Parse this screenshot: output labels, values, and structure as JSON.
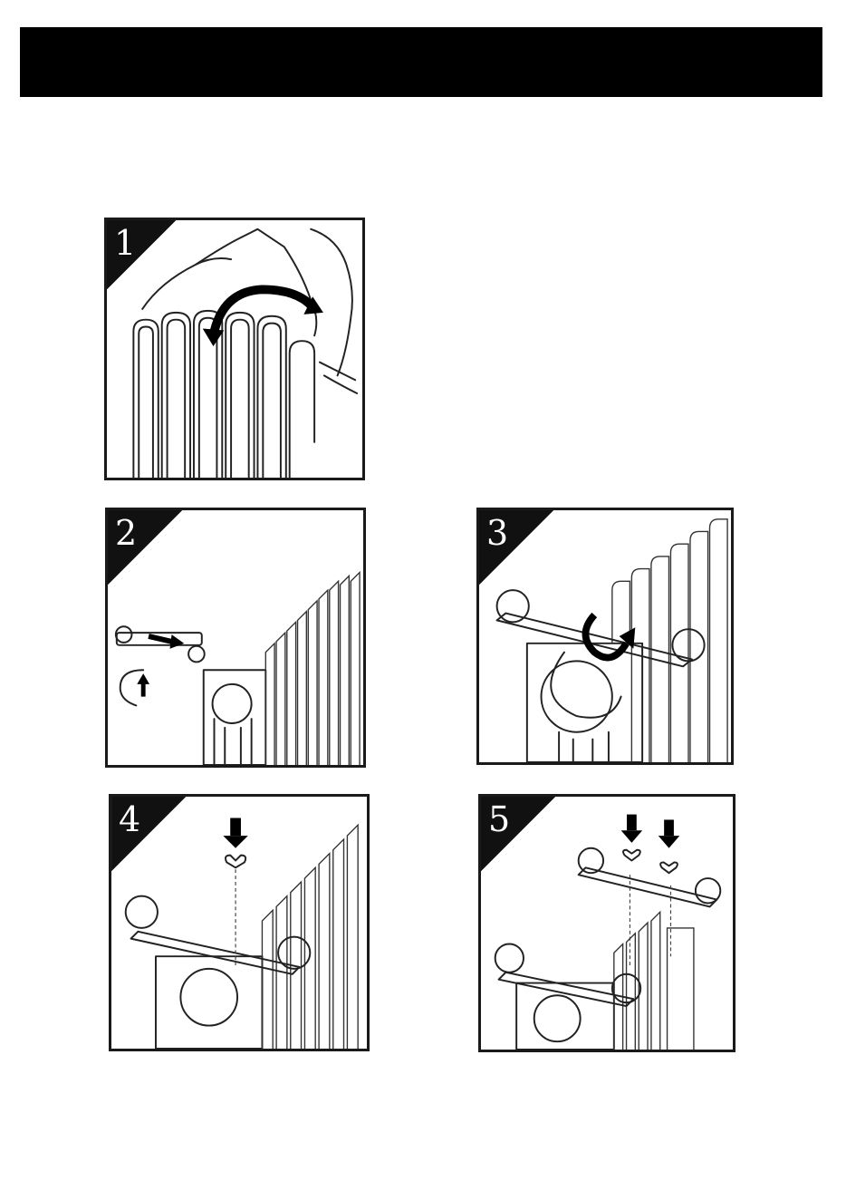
{
  "steps": [
    {
      "label": "1",
      "figure": "fin-icon"
    },
    {
      "label": "2",
      "figure": "bracket-icon"
    },
    {
      "label": "3",
      "figure": "rotate-icon"
    },
    {
      "label": "4",
      "figure": "wingnut-icon"
    },
    {
      "label": "5",
      "figure": "wingnut-icon"
    }
  ],
  "colors": {
    "header": "#000000",
    "line": "#222222"
  }
}
